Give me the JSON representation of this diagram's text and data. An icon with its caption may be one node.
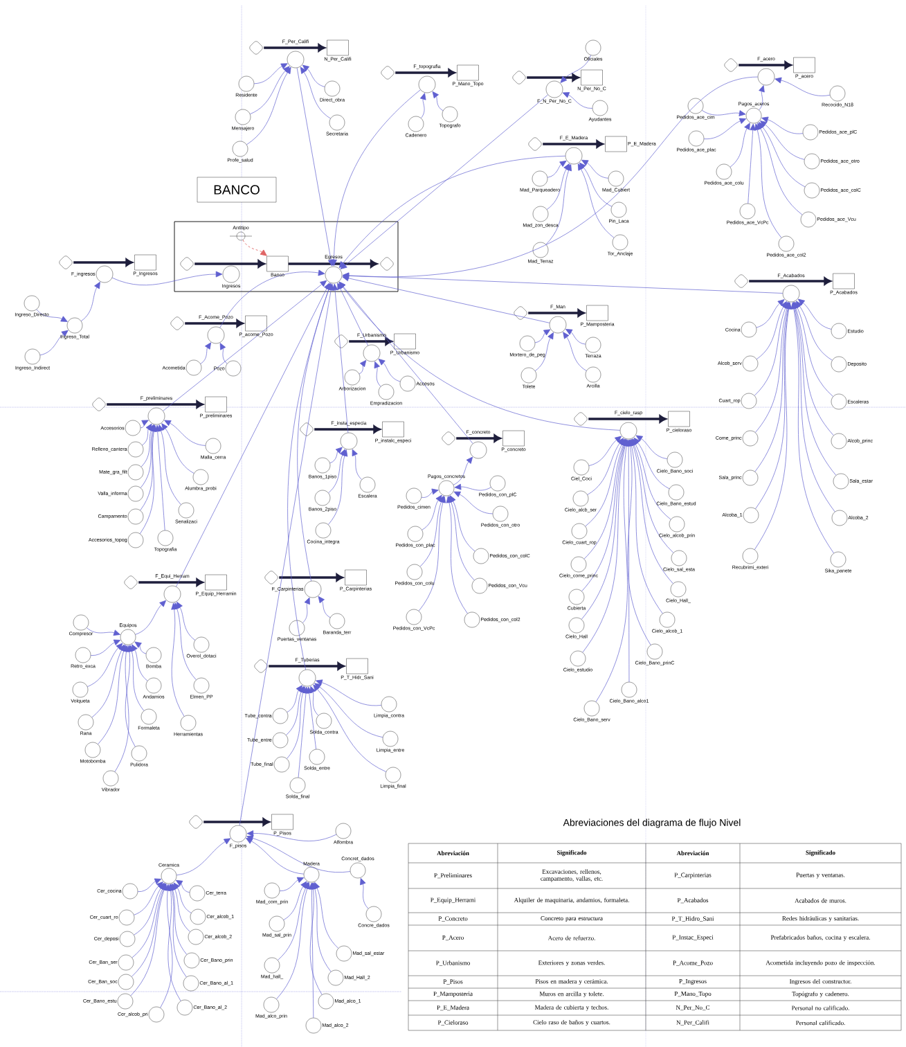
{
  "diagram": {
    "nodes": [
      {
        "text": [],
        "shape": "cloud"
      },
      {
        "text": [
          "F_Per_Califi"
        ]
      },
      {
        "text": [
          "N_Per_Califi"
        ]
      },
      {
        "text": [
          "Residente"
        ]
      },
      {
        "text": [
          "Mensajero"
        ]
      },
      {
        "text": [
          "Profe_salud"
        ]
      },
      {
        "text": [
          "Direct_obra"
        ]
      },
      {
        "text": [
          "Secretaria"
        ]
      },
      {
        "text": [],
        "shape": "cloud"
      },
      {
        "text": [
          "F_topografia"
        ]
      },
      {
        "text": [
          "P_Mano_Topo"
        ]
      },
      {
        "text": [
          "Cadenero"
        ]
      },
      {
        "text": [
          "Topografo"
        ]
      },
      {
        "text": [
          "Oficiales"
        ]
      },
      {
        "text": [],
        "shape": "cloud"
      },
      {
        "text": [
          "F_N_Per_No_C"
        ]
      },
      {
        "text": [
          "N_Per_No_C"
        ]
      },
      {
        "text": [
          "Ayudantes"
        ]
      },
      {
        "text": [],
        "shape": "cloud"
      },
      {
        "text": [
          "F_acero"
        ]
      },
      {
        "text": [
          "P_acero"
        ]
      },
      {
        "text": [
          "Pagos_aceros"
        ]
      },
      {
        "text": [
          "Recocido_N18"
        ]
      },
      {
        "text": [
          "Pedidos_ace_cim"
        ]
      },
      {
        "text": [
          "Pedidos_ace_plac"
        ]
      },
      {
        "text": [
          "Pedidos_ace_colu"
        ]
      },
      {
        "text": [
          "Pedidos_ace_VcPc"
        ]
      },
      {
        "text": [
          "Pedidos_ace_col2"
        ]
      },
      {
        "text": [
          "Pedidos_ace_plC"
        ]
      },
      {
        "text": [
          "Pedidos_ace_otro"
        ]
      },
      {
        "text": [
          "Pedidos_ace_colC"
        ]
      },
      {
        "text": [
          "Pedidos_ace_Vcu"
        ]
      },
      {
        "text": [],
        "shape": "cloud"
      },
      {
        "text": [
          "F_E_Madera"
        ]
      },
      {
        "text": [
          "P_E_Madera"
        ]
      },
      {
        "text": [
          "Mad_Parqueadero"
        ]
      },
      {
        "text": [
          "Mad_zon_desca"
        ]
      },
      {
        "text": [
          "Mad_Terraz"
        ]
      },
      {
        "text": [
          "Mad_Cubiert"
        ]
      },
      {
        "text": [
          "Pin_Laca"
        ]
      },
      {
        "text": [
          "Tor_Anclaje"
        ]
      },
      {
        "text": [
          "BANCO"
        ]
      },
      {
        "text": [],
        "shape": "box"
      },
      {
        "text": [
          "Antitipo"
        ],
        "in": 42
      },
      {
        "text": [],
        "shape": "cloud",
        "in": 42
      },
      {
        "text": [
          "Ingresos"
        ],
        "in": 42
      },
      {
        "text": [
          "Banco"
        ],
        "in": 42
      },
      {
        "text": [
          "Egresos"
        ],
        "in": 42
      },
      {
        "text": [],
        "shape": "cloud",
        "in": 42
      },
      {
        "text": [],
        "shape": "cloud"
      },
      {
        "text": [
          "F_ingresos"
        ]
      },
      {
        "text": [
          "P_Ingresos"
        ]
      },
      {
        "text": [
          "Ingreso_Directo"
        ]
      },
      {
        "text": [
          "Ingreso_Total"
        ]
      },
      {
        "text": [
          "Ingreso_Indirect"
        ]
      },
      {
        "text": [],
        "shape": "cloud"
      },
      {
        "text": [
          "F_Acabados"
        ]
      },
      {
        "text": [
          "P_Acabados"
        ]
      },
      {
        "text": [
          "Cocina"
        ]
      },
      {
        "text": [
          "Alcob_serv"
        ]
      },
      {
        "text": [
          "Cuart_rop"
        ]
      },
      {
        "text": [
          "Come_princ"
        ]
      },
      {
        "text": [
          "Sala_princ"
        ]
      },
      {
        "text": [
          "Alcoba_1"
        ]
      },
      {
        "text": [
          "Recubrimi_exteri"
        ]
      },
      {
        "text": [
          "Estudio"
        ]
      },
      {
        "text": [
          "Deposito"
        ]
      },
      {
        "text": [
          "Escaleras"
        ]
      },
      {
        "text": [
          "Alcob_princ"
        ]
      },
      {
        "text": [
          "Sala_estar"
        ]
      },
      {
        "text": [
          "Alcoba_2"
        ]
      },
      {
        "text": [
          "Sika_panete"
        ]
      },
      {
        "text": [],
        "shape": "cloud"
      },
      {
        "text": [
          "F_Man"
        ]
      },
      {
        "text": [
          "P_Mamposteria"
        ]
      },
      {
        "text": [
          "Mortero_de_peg"
        ]
      },
      {
        "text": [
          "Tolete"
        ]
      },
      {
        "text": [
          "Terraza"
        ]
      },
      {
        "text": [
          "Arcilla"
        ]
      },
      {
        "text": [],
        "shape": "cloud"
      },
      {
        "text": [
          "F_Acome_Pozo"
        ]
      },
      {
        "text": [
          "P_acome_Pozo"
        ]
      },
      {
        "text": [
          "Acometida"
        ]
      },
      {
        "text": [
          "Pozo"
        ]
      },
      {
        "text": [],
        "shape": "cloud"
      },
      {
        "text": [
          "F_Urbanismo"
        ]
      },
      {
        "text": [
          "P_Urbanismo"
        ]
      },
      {
        "text": [
          "Arborizacion"
        ]
      },
      {
        "text": [
          "Empradizacion"
        ]
      },
      {
        "text": [
          "Accesos"
        ]
      },
      {
        "text": [],
        "shape": "cloud"
      },
      {
        "text": [
          "F_preliminares"
        ]
      },
      {
        "text": [
          "P_preliminares"
        ]
      },
      {
        "text": [
          "Accesorios"
        ]
      },
      {
        "text": [
          "Relleno_cantera"
        ]
      },
      {
        "text": [
          "Mate_gra_filt"
        ]
      },
      {
        "text": [
          "Valla_informa"
        ]
      },
      {
        "text": [
          "Campamento"
        ]
      },
      {
        "text": [
          "Accesorios_topog"
        ]
      },
      {
        "text": [
          "Topografia"
        ]
      },
      {
        "text": [
          "Senalizaci"
        ]
      },
      {
        "text": [
          "Alumbra_probi"
        ]
      },
      {
        "text": [
          "Malla_cerra"
        ]
      },
      {
        "text": [],
        "shape": "cloud"
      },
      {
        "text": [
          "F_cielo_rasp"
        ]
      },
      {
        "text": [
          "P_cieloraso"
        ]
      },
      {
        "text": [
          "Ciel_Coci"
        ]
      },
      {
        "text": [
          "Cielo_alcb_ser"
        ]
      },
      {
        "text": [
          "Cielo_cuart_rop"
        ]
      },
      {
        "text": [
          "Cielo_come_princ"
        ]
      },
      {
        "text": [
          "Cubierta"
        ]
      },
      {
        "text": [
          "Cielo_Hall"
        ]
      },
      {
        "text": [
          "Cielo_estudio"
        ]
      },
      {
        "text": [
          "Cielo_Bano_serv"
        ]
      },
      {
        "text": [
          "Cielo_Bano_alco1"
        ]
      },
      {
        "text": [
          "Cielo_Bano_prinC"
        ]
      },
      {
        "text": [
          "Cielo_alcob_1"
        ]
      },
      {
        "text": [
          "Cielo_Hall_"
        ]
      },
      {
        "text": [
          "Cielo_sal_esta"
        ]
      },
      {
        "text": [
          "Cielo_alcob_prin"
        ]
      },
      {
        "text": [
          "Cielo_Bano_estud"
        ]
      },
      {
        "text": [
          "Cielo_Bano_soci"
        ]
      },
      {
        "text": [],
        "shape": "cloud"
      },
      {
        "text": [
          "F_insta_especia"
        ]
      },
      {
        "text": [
          "P_instalc_especi"
        ]
      },
      {
        "text": [
          "Banos_1piso"
        ]
      },
      {
        "text": [
          "Banos_2piso"
        ]
      },
      {
        "text": [
          "Cocina_integra"
        ]
      },
      {
        "text": [
          "Escalera"
        ]
      },
      {
        "text": [],
        "shape": "cloud"
      },
      {
        "text": [
          "F_concreto"
        ]
      },
      {
        "text": [
          "P_concreto"
        ]
      },
      {
        "text": [
          "Pagos_concretos"
        ]
      },
      {
        "text": [
          "Pedidos_cimen"
        ]
      },
      {
        "text": [
          "Pedidos_con_plac"
        ]
      },
      {
        "text": [
          "Pedidos_con_colu"
        ]
      },
      {
        "text": [
          "Pedidos_con_VcPc"
        ]
      },
      {
        "text": [
          "Pedidos_con_plC"
        ]
      },
      {
        "text": [
          "Pedidos_con_otro"
        ]
      },
      {
        "text": [
          "Pedidos_con_colC"
        ]
      },
      {
        "text": [
          "Pedidos_con_Vcu"
        ]
      },
      {
        "text": [
          "Pedidos_con_col2"
        ]
      },
      {
        "text": [],
        "shape": "cloud"
      },
      {
        "text": [
          "F_Equi_Herram"
        ]
      },
      {
        "text": [
          "P_Equip_Herramin"
        ]
      },
      {
        "text": [
          "Equipos"
        ]
      },
      {
        "text": [
          "Compresor"
        ]
      },
      {
        "text": [
          "Retro_exca"
        ]
      },
      {
        "text": [
          "Volqueta"
        ]
      },
      {
        "text": [
          "Rana"
        ]
      },
      {
        "text": [
          "Motobomba"
        ]
      },
      {
        "text": [
          "Vibrador"
        ]
      },
      {
        "text": [
          "Pulidora"
        ]
      },
      {
        "text": [
          "Formaleta"
        ]
      },
      {
        "text": [
          "Andamios"
        ]
      },
      {
        "text": [
          "Bomba"
        ]
      },
      {
        "text": [
          "Overol_dotaci"
        ]
      },
      {
        "text": [
          "Elmen_PP"
        ]
      },
      {
        "text": [
          "Herramientas"
        ]
      },
      {
        "text": [],
        "shape": "cloud"
      },
      {
        "text": [
          "F_Carpinterias"
        ]
      },
      {
        "text": [
          "P_Carpinterias"
        ]
      },
      {
        "text": [
          "Puertas_ventanas"
        ]
      },
      {
        "text": [
          "Baranda_terr"
        ]
      },
      {
        "text": [],
        "shape": "cloud"
      },
      {
        "text": [
          "F_Tuberias"
        ]
      },
      {
        "text": [
          "P_T_Hidr_Sani"
        ]
      },
      {
        "text": [
          "Tube_contra"
        ]
      },
      {
        "text": [
          "Tube_entre"
        ]
      },
      {
        "text": [
          "Tube_final"
        ]
      },
      {
        "text": [
          "Solda_final"
        ]
      },
      {
        "text": [
          "Solda_entre"
        ]
      },
      {
        "text": [
          "Solda_contra"
        ]
      },
      {
        "text": [
          "Limpia_contra"
        ]
      },
      {
        "text": [
          "Limpia_entre"
        ]
      },
      {
        "text": [
          "Limpia_final"
        ]
      },
      {
        "text": [],
        "shape": "cloud"
      },
      {
        "text": [
          "F_pisos"
        ]
      },
      {
        "text": [
          "P_Pisos"
        ]
      },
      {
        "text": [
          "Alfombra"
        ]
      },
      {
        "text": [
          "Ceramica"
        ]
      },
      {
        "text": [
          "Madera"
        ]
      },
      {
        "text": [
          "Concret_dados"
        ]
      },
      {
        "text": [
          "Concre_dados"
        ]
      },
      {
        "text": [
          "Cer_cocina"
        ]
      },
      {
        "text": [
          "Cer_cuart_ro"
        ]
      },
      {
        "text": [
          "Cer_deposi"
        ]
      },
      {
        "text": [
          "Cer_Ban_ser"
        ]
      },
      {
        "text": [
          "Cer_Ban_soc"
        ]
      },
      {
        "text": [
          "Cer_Bano_estu"
        ]
      },
      {
        "text": [
          "Cer_alcob_pri"
        ]
      },
      {
        "text": [
          "Cer_terra"
        ]
      },
      {
        "text": [
          "Cer_alcob_1"
        ]
      },
      {
        "text": [
          "Cer_alcob_2"
        ]
      },
      {
        "text": [
          "Cer_Bano_prin"
        ]
      },
      {
        "text": [
          "Cer_Bano_al_1"
        ]
      },
      {
        "text": [
          "Cer_Bano_al_2"
        ]
      },
      {
        "text": [
          "Mad_com_prin"
        ]
      },
      {
        "text": [
          "Mad_sal_prin"
        ]
      },
      {
        "text": [
          "Mad_hall_"
        ]
      },
      {
        "text": [
          "Mad_alco_prin"
        ]
      },
      {
        "text": [
          "Mad_alco_2"
        ]
      },
      {
        "text": [
          "Mad_alco_1"
        ]
      },
      {
        "text": [
          "Mad_Hall_2"
        ]
      },
      {
        "text": [
          "Mad_sal_estar"
        ]
      }
    ],
    "edges": [
      {
        "from": 0,
        "to": 2,
        "arrow": "to",
        "style": "thick",
        "color": "#1e1e3c"
      },
      {
        "from": 8,
        "to": 10,
        "arrow": "to",
        "style": "thick",
        "color": "#1e1e3c"
      },
      {
        "from": 14,
        "to": 16,
        "arrow": "to",
        "style": "thick",
        "color": "#1e1e3c"
      },
      {
        "from": 18,
        "to": 20,
        "arrow": "to",
        "style": "thick",
        "color": "#1e1e3c"
      },
      {
        "from": 32,
        "to": 34,
        "arrow": "to",
        "style": "thick",
        "color": "#1e1e3c"
      },
      {
        "from": 44,
        "to": 46,
        "arrow": "to",
        "style": "thick",
        "color": "#1e1e3c"
      },
      {
        "from": 46,
        "to": 48,
        "arrow": "to",
        "style": "thick",
        "color": "#1e1e3c"
      },
      {
        "from": 49,
        "to": 51,
        "arrow": "to",
        "style": "thick",
        "color": "#1e1e3c"
      },
      {
        "from": 55,
        "to": 57,
        "arrow": "to",
        "style": "thick",
        "color": "#1e1e3c"
      },
      {
        "from": 72,
        "to": 74,
        "arrow": "to",
        "style": "thick",
        "color": "#1e1e3c"
      },
      {
        "from": 79,
        "to": 81,
        "arrow": "to",
        "style": "thick",
        "color": "#1e1e3c"
      },
      {
        "from": 84,
        "to": 86,
        "arrow": "to",
        "style": "thick",
        "color": "#1e1e3c"
      },
      {
        "from": 90,
        "to": 92,
        "arrow": "to",
        "style": "thick",
        "color": "#1e1e3c"
      },
      {
        "from": 103,
        "to": 105,
        "arrow": "to",
        "style": "thick",
        "color": "#1e1e3c"
      },
      {
        "from": 122,
        "to": 124,
        "arrow": "to",
        "style": "thick",
        "color": "#1e1e3c"
      },
      {
        "from": 129,
        "to": 131,
        "arrow": "to",
        "style": "thick",
        "color": "#1e1e3c"
      },
      {
        "from": 142,
        "to": 144,
        "arrow": "to",
        "style": "thick",
        "color": "#1e1e3c"
      },
      {
        "from": 159,
        "to": 161,
        "arrow": "to",
        "style": "thick",
        "color": "#1e1e3c"
      },
      {
        "from": 164,
        "to": 166,
        "arrow": "to",
        "style": "thick",
        "color": "#1e1e3c"
      },
      {
        "from": 176,
        "to": 178,
        "arrow": "to",
        "style": "thick",
        "color": "#1e1e3c"
      },
      {
        "from": 43,
        "to": 46,
        "arrow": "to",
        "style": "dashed",
        "color": "#e06666"
      },
      {
        "from": 3,
        "to": 1,
        "arrow": "to"
      },
      {
        "from": 4,
        "to": 1,
        "arrow": "to"
      },
      {
        "from": 5,
        "to": 1,
        "arrow": "to"
      },
      {
        "from": 6,
        "to": 1,
        "arrow": "to"
      },
      {
        "from": 7,
        "to": 1,
        "arrow": "to"
      },
      {
        "from": 11,
        "to": 9,
        "arrow": "to"
      },
      {
        "from": 12,
        "to": 9,
        "arrow": "to"
      },
      {
        "from": 13,
        "to": 15,
        "arrow": "to"
      },
      {
        "from": 17,
        "to": 15,
        "arrow": "to"
      },
      {
        "from": 21,
        "to": 19,
        "arrow": "to"
      },
      {
        "from": 22,
        "to": 19,
        "arrow": "to"
      },
      {
        "from": 23,
        "to": 21,
        "arrow": "to"
      },
      {
        "from": 24,
        "to": 21,
        "arrow": "to"
      },
      {
        "from": 25,
        "to": 21,
        "arrow": "to"
      },
      {
        "from": 26,
        "to": 21,
        "arrow": "to"
      },
      {
        "from": 27,
        "to": 21,
        "arrow": "to"
      },
      {
        "from": 28,
        "to": 21,
        "arrow": "to"
      },
      {
        "from": 29,
        "to": 21,
        "arrow": "to"
      },
      {
        "from": 30,
        "to": 21,
        "arrow": "to"
      },
      {
        "from": 31,
        "to": 21,
        "arrow": "to"
      },
      {
        "from": 35,
        "to": 33,
        "arrow": "to"
      },
      {
        "from": 36,
        "to": 33,
        "arrow": "to"
      },
      {
        "from": 37,
        "to": 33,
        "arrow": "to"
      },
      {
        "from": 38,
        "to": 33,
        "arrow": "to"
      },
      {
        "from": 39,
        "to": 33,
        "arrow": "to"
      },
      {
        "from": 40,
        "to": 33,
        "arrow": "to"
      },
      {
        "from": 52,
        "to": 53,
        "arrow": "to"
      },
      {
        "from": 54,
        "to": 53,
        "arrow": "to"
      },
      {
        "from": 53,
        "to": 50,
        "arrow": "to"
      },
      {
        "from": 50,
        "to": 45,
        "arrow": "to"
      },
      {
        "from": 58,
        "to": 56,
        "arrow": "to"
      },
      {
        "from": 59,
        "to": 56,
        "arrow": "to"
      },
      {
        "from": 60,
        "to": 56,
        "arrow": "to"
      },
      {
        "from": 61,
        "to": 56,
        "arrow": "to"
      },
      {
        "from": 62,
        "to": 56,
        "arrow": "to"
      },
      {
        "from": 63,
        "to": 56,
        "arrow": "to"
      },
      {
        "from": 64,
        "to": 56,
        "arrow": "to"
      },
      {
        "from": 65,
        "to": 56,
        "arrow": "to"
      },
      {
        "from": 66,
        "to": 56,
        "arrow": "to"
      },
      {
        "from": 67,
        "to": 56,
        "arrow": "to"
      },
      {
        "from": 68,
        "to": 56,
        "arrow": "to"
      },
      {
        "from": 69,
        "to": 56,
        "arrow": "to"
      },
      {
        "from": 70,
        "to": 56,
        "arrow": "to"
      },
      {
        "from": 71,
        "to": 56,
        "arrow": "to"
      },
      {
        "from": 75,
        "to": 73,
        "arrow": "to"
      },
      {
        "from": 76,
        "to": 73,
        "arrow": "to"
      },
      {
        "from": 77,
        "to": 73,
        "arrow": "to"
      },
      {
        "from": 78,
        "to": 73,
        "arrow": "to"
      },
      {
        "from": 82,
        "to": 80,
        "arrow": "to"
      },
      {
        "from": 83,
        "to": 80,
        "arrow": "to"
      },
      {
        "from": 87,
        "to": 85,
        "arrow": "to"
      },
      {
        "from": 88,
        "to": 85,
        "arrow": "to"
      },
      {
        "from": 89,
        "to": 85,
        "arrow": "to"
      },
      {
        "from": 93,
        "to": 91,
        "arrow": "to"
      },
      {
        "from": 94,
        "to": 91,
        "arrow": "to"
      },
      {
        "from": 95,
        "to": 91,
        "arrow": "to"
      },
      {
        "from": 96,
        "to": 91,
        "arrow": "to"
      },
      {
        "from": 97,
        "to": 91,
        "arrow": "to"
      },
      {
        "from": 98,
        "to": 91,
        "arrow": "to"
      },
      {
        "from": 99,
        "to": 91,
        "arrow": "to"
      },
      {
        "from": 100,
        "to": 91,
        "arrow": "to"
      },
      {
        "from": 101,
        "to": 91,
        "arrow": "to"
      },
      {
        "from": 102,
        "to": 91,
        "arrow": "to"
      },
      {
        "from": 106,
        "to": 104,
        "arrow": "to"
      },
      {
        "from": 107,
        "to": 104,
        "arrow": "to"
      },
      {
        "from": 108,
        "to": 104,
        "arrow": "to"
      },
      {
        "from": 109,
        "to": 104,
        "arrow": "to"
      },
      {
        "from": 110,
        "to": 104,
        "arrow": "to"
      },
      {
        "from": 111,
        "to": 104,
        "arrow": "to"
      },
      {
        "from": 112,
        "to": 104,
        "arrow": "to"
      },
      {
        "from": 113,
        "to": 104,
        "arrow": "to"
      },
      {
        "from": 114,
        "to": 104,
        "arrow": "to"
      },
      {
        "from": 115,
        "to": 104,
        "arrow": "to"
      },
      {
        "from": 116,
        "to": 104,
        "arrow": "to"
      },
      {
        "from": 117,
        "to": 104,
        "arrow": "to"
      },
      {
        "from": 118,
        "to": 104,
        "arrow": "to"
      },
      {
        "from": 119,
        "to": 104,
        "arrow": "to"
      },
      {
        "from": 120,
        "to": 104,
        "arrow": "to"
      },
      {
        "from": 121,
        "to": 104,
        "arrow": "to"
      },
      {
        "from": 125,
        "to": 123,
        "arrow": "to"
      },
      {
        "from": 126,
        "to": 123,
        "arrow": "to"
      },
      {
        "from": 127,
        "to": 123,
        "arrow": "to"
      },
      {
        "from": 128,
        "to": 123,
        "arrow": "to"
      },
      {
        "from": 132,
        "to": 130,
        "arrow": "to"
      },
      {
        "from": 133,
        "to": 132,
        "arrow": "to"
      },
      {
        "from": 134,
        "to": 132,
        "arrow": "to"
      },
      {
        "from": 135,
        "to": 132,
        "arrow": "to"
      },
      {
        "from": 136,
        "to": 132,
        "arrow": "to"
      },
      {
        "from": 137,
        "to": 132,
        "arrow": "to"
      },
      {
        "from": 138,
        "to": 132,
        "arrow": "to"
      },
      {
        "from": 139,
        "to": 132,
        "arrow": "to"
      },
      {
        "from": 140,
        "to": 132,
        "arrow": "to"
      },
      {
        "from": 141,
        "to": 132,
        "arrow": "to"
      },
      {
        "from": 145,
        "to": 143,
        "arrow": "to"
      },
      {
        "from": 146,
        "to": 145,
        "arrow": "to"
      },
      {
        "from": 147,
        "to": 145,
        "arrow": "to"
      },
      {
        "from": 148,
        "to": 145,
        "arrow": "to"
      },
      {
        "from": 149,
        "to": 145,
        "arrow": "to"
      },
      {
        "from": 150,
        "to": 145,
        "arrow": "to"
      },
      {
        "from": 151,
        "to": 145,
        "arrow": "to"
      },
      {
        "from": 152,
        "to": 145,
        "arrow": "to"
      },
      {
        "from": 153,
        "to": 145,
        "arrow": "to"
      },
      {
        "from": 154,
        "to": 145,
        "arrow": "to"
      },
      {
        "from": 155,
        "to": 145,
        "arrow": "to"
      },
      {
        "from": 156,
        "to": 143,
        "arrow": "to"
      },
      {
        "from": 157,
        "to": 143,
        "arrow": "to"
      },
      {
        "from": 158,
        "to": 143,
        "arrow": "to"
      },
      {
        "from": 162,
        "to": 160,
        "arrow": "to"
      },
      {
        "from": 163,
        "to": 160,
        "arrow": "to"
      },
      {
        "from": 167,
        "to": 165,
        "arrow": "to"
      },
      {
        "from": 168,
        "to": 165,
        "arrow": "to"
      },
      {
        "from": 169,
        "to": 165,
        "arrow": "to"
      },
      {
        "from": 170,
        "to": 165,
        "arrow": "to"
      },
      {
        "from": 171,
        "to": 165,
        "arrow": "to"
      },
      {
        "from": 172,
        "to": 165,
        "arrow": "to"
      },
      {
        "from": 173,
        "to": 165,
        "arrow": "to"
      },
      {
        "from": 174,
        "to": 165,
        "arrow": "to"
      },
      {
        "from": 175,
        "to": 165,
        "arrow": "to"
      },
      {
        "from": 179,
        "to": 177,
        "arrow": "to"
      },
      {
        "from": 180,
        "to": 177,
        "arrow": "to"
      },
      {
        "from": 181,
        "to": 177,
        "arrow": "to"
      },
      {
        "from": 182,
        "to": 177,
        "arrow": "to"
      },
      {
        "from": 183,
        "to": 182,
        "arrow": "to"
      },
      {
        "from": 184,
        "to": 180,
        "arrow": "to"
      },
      {
        "from": 185,
        "to": 180,
        "arrow": "to"
      },
      {
        "from": 186,
        "to": 180,
        "arrow": "to"
      },
      {
        "from": 187,
        "to": 180,
        "arrow": "to"
      },
      {
        "from": 188,
        "to": 180,
        "arrow": "to"
      },
      {
        "from": 189,
        "to": 180,
        "arrow": "to"
      },
      {
        "from": 190,
        "to": 180,
        "arrow": "to"
      },
      {
        "from": 191,
        "to": 180,
        "arrow": "to"
      },
      {
        "from": 192,
        "to": 180,
        "arrow": "to"
      },
      {
        "from": 193,
        "to": 180,
        "arrow": "to"
      },
      {
        "from": 194,
        "to": 180,
        "arrow": "to"
      },
      {
        "from": 195,
        "to": 180,
        "arrow": "to"
      },
      {
        "from": 196,
        "to": 180,
        "arrow": "to"
      },
      {
        "from": 197,
        "to": 181,
        "arrow": "to"
      },
      {
        "from": 198,
        "to": 181,
        "arrow": "to"
      },
      {
        "from": 199,
        "to": 181,
        "arrow": "to"
      },
      {
        "from": 200,
        "to": 181,
        "arrow": "to"
      },
      {
        "from": 201,
        "to": 181,
        "arrow": "to"
      },
      {
        "from": 202,
        "to": 181,
        "arrow": "to"
      },
      {
        "from": 203,
        "to": 181,
        "arrow": "to"
      },
      {
        "from": 204,
        "to": 181,
        "arrow": "to"
      },
      {
        "from": 1,
        "to": 47,
        "arrow": "to"
      },
      {
        "from": 9,
        "to": 47,
        "arrow": "to"
      },
      {
        "from": 15,
        "to": 47,
        "arrow": "to"
      },
      {
        "from": 19,
        "to": 47,
        "arrow": "to"
      },
      {
        "from": 33,
        "to": 47,
        "arrow": "to"
      },
      {
        "from": 56,
        "to": 47,
        "arrow": "to"
      },
      {
        "from": 73,
        "to": 47,
        "arrow": "to"
      },
      {
        "from": 80,
        "to": 47,
        "arrow": "to"
      },
      {
        "from": 85,
        "to": 47,
        "arrow": "to"
      },
      {
        "from": 91,
        "to": 47,
        "arrow": "to"
      },
      {
        "from": 104,
        "to": 47,
        "arrow": "to"
      },
      {
        "from": 123,
        "to": 47,
        "arrow": "to"
      },
      {
        "from": 130,
        "to": 47,
        "arrow": "to"
      },
      {
        "from": 143,
        "to": 47,
        "arrow": "to"
      },
      {
        "from": 160,
        "to": 47,
        "arrow": "to"
      },
      {
        "from": 165,
        "to": 47,
        "arrow": "to"
      },
      {
        "from": 177,
        "to": 47,
        "arrow": "to"
      }
    ],
    "labels": [
      "Abreviaciones del diagrama de flujo Nivel",
      "Abreviación",
      "Significado",
      "Abreviación",
      "Significado",
      "P_Preliminares",
      "Excavaciones, rellenos, campamento, vallas, etc.",
      "P_Carpinterias",
      "Puertas y ventanas.",
      "P_Equip_Herrami",
      "Alquiler de maquinaria, andamios, formaleta.",
      "P_Acabados",
      "Acabados de muros.",
      "P_Concreto",
      "Concreto para estructura",
      "P_T_Hidro_Sani",
      "Redes hidráulicas y sanitarias.",
      "P_Acero",
      "Acero de refuerzo.",
      "P_Instac_Especi",
      "Prefabricados baños, cocina y escalera.",
      "P_Urbanismo",
      "Exteriores y zonas verdes.",
      "P_Acome_Pozo",
      "Acometida incluyendo pozo de inspección.",
      "P_Pisos",
      "Pisos en madera y cerámica.",
      "P_Ingresos",
      "Ingresos del constructor.",
      "P_Mamposteria",
      "Muros en arcilla y tolete.",
      "P_Mano_Topo",
      "Topógrafo y cadenero.",
      "P_E_Madera",
      "Madera de cubierta y techos.",
      "N_Per_No_C",
      "Personal no calificado.",
      "P_Cieloraso",
      "Cielo raso de baños y cuartos.",
      "N_Per_Califi",
      "Personal calificado."
    ]
  }
}
